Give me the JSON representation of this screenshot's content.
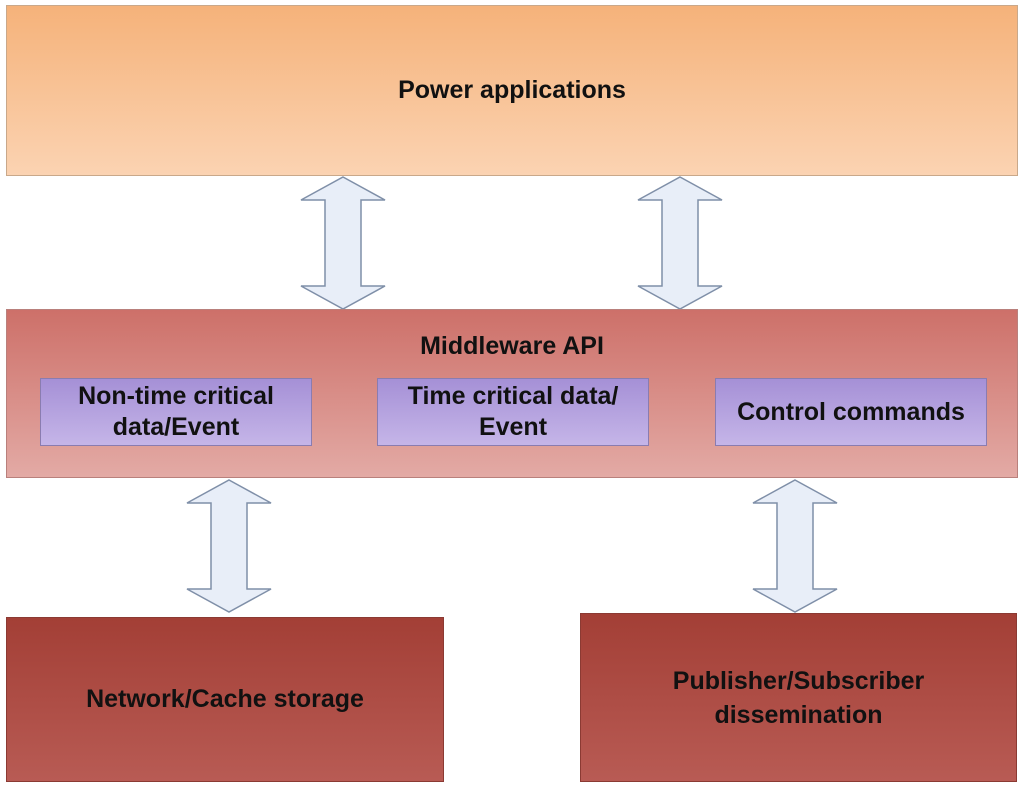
{
  "power": {
    "label": "Power applications"
  },
  "middleware": {
    "title": "Middleware API",
    "blocks": [
      {
        "lines": [
          "Non-time critical",
          "data/Event"
        ]
      },
      {
        "lines": [
          "Time critical data/",
          "Event"
        ]
      },
      {
        "lines": [
          "Control commands"
        ]
      }
    ]
  },
  "storage": {
    "label": "Network/Cache storage"
  },
  "pubsub": {
    "lines": [
      "Publisher/Subscriber",
      "dissemination"
    ]
  },
  "colors": {
    "power_fill": "#f8c198",
    "middleware_fill": "#d88a84",
    "block_fill": "#b3a0df",
    "bottom_fill": "#ad4a42",
    "arrow_fill": "#e8eef8",
    "arrow_stroke": "#7f8fa8"
  }
}
